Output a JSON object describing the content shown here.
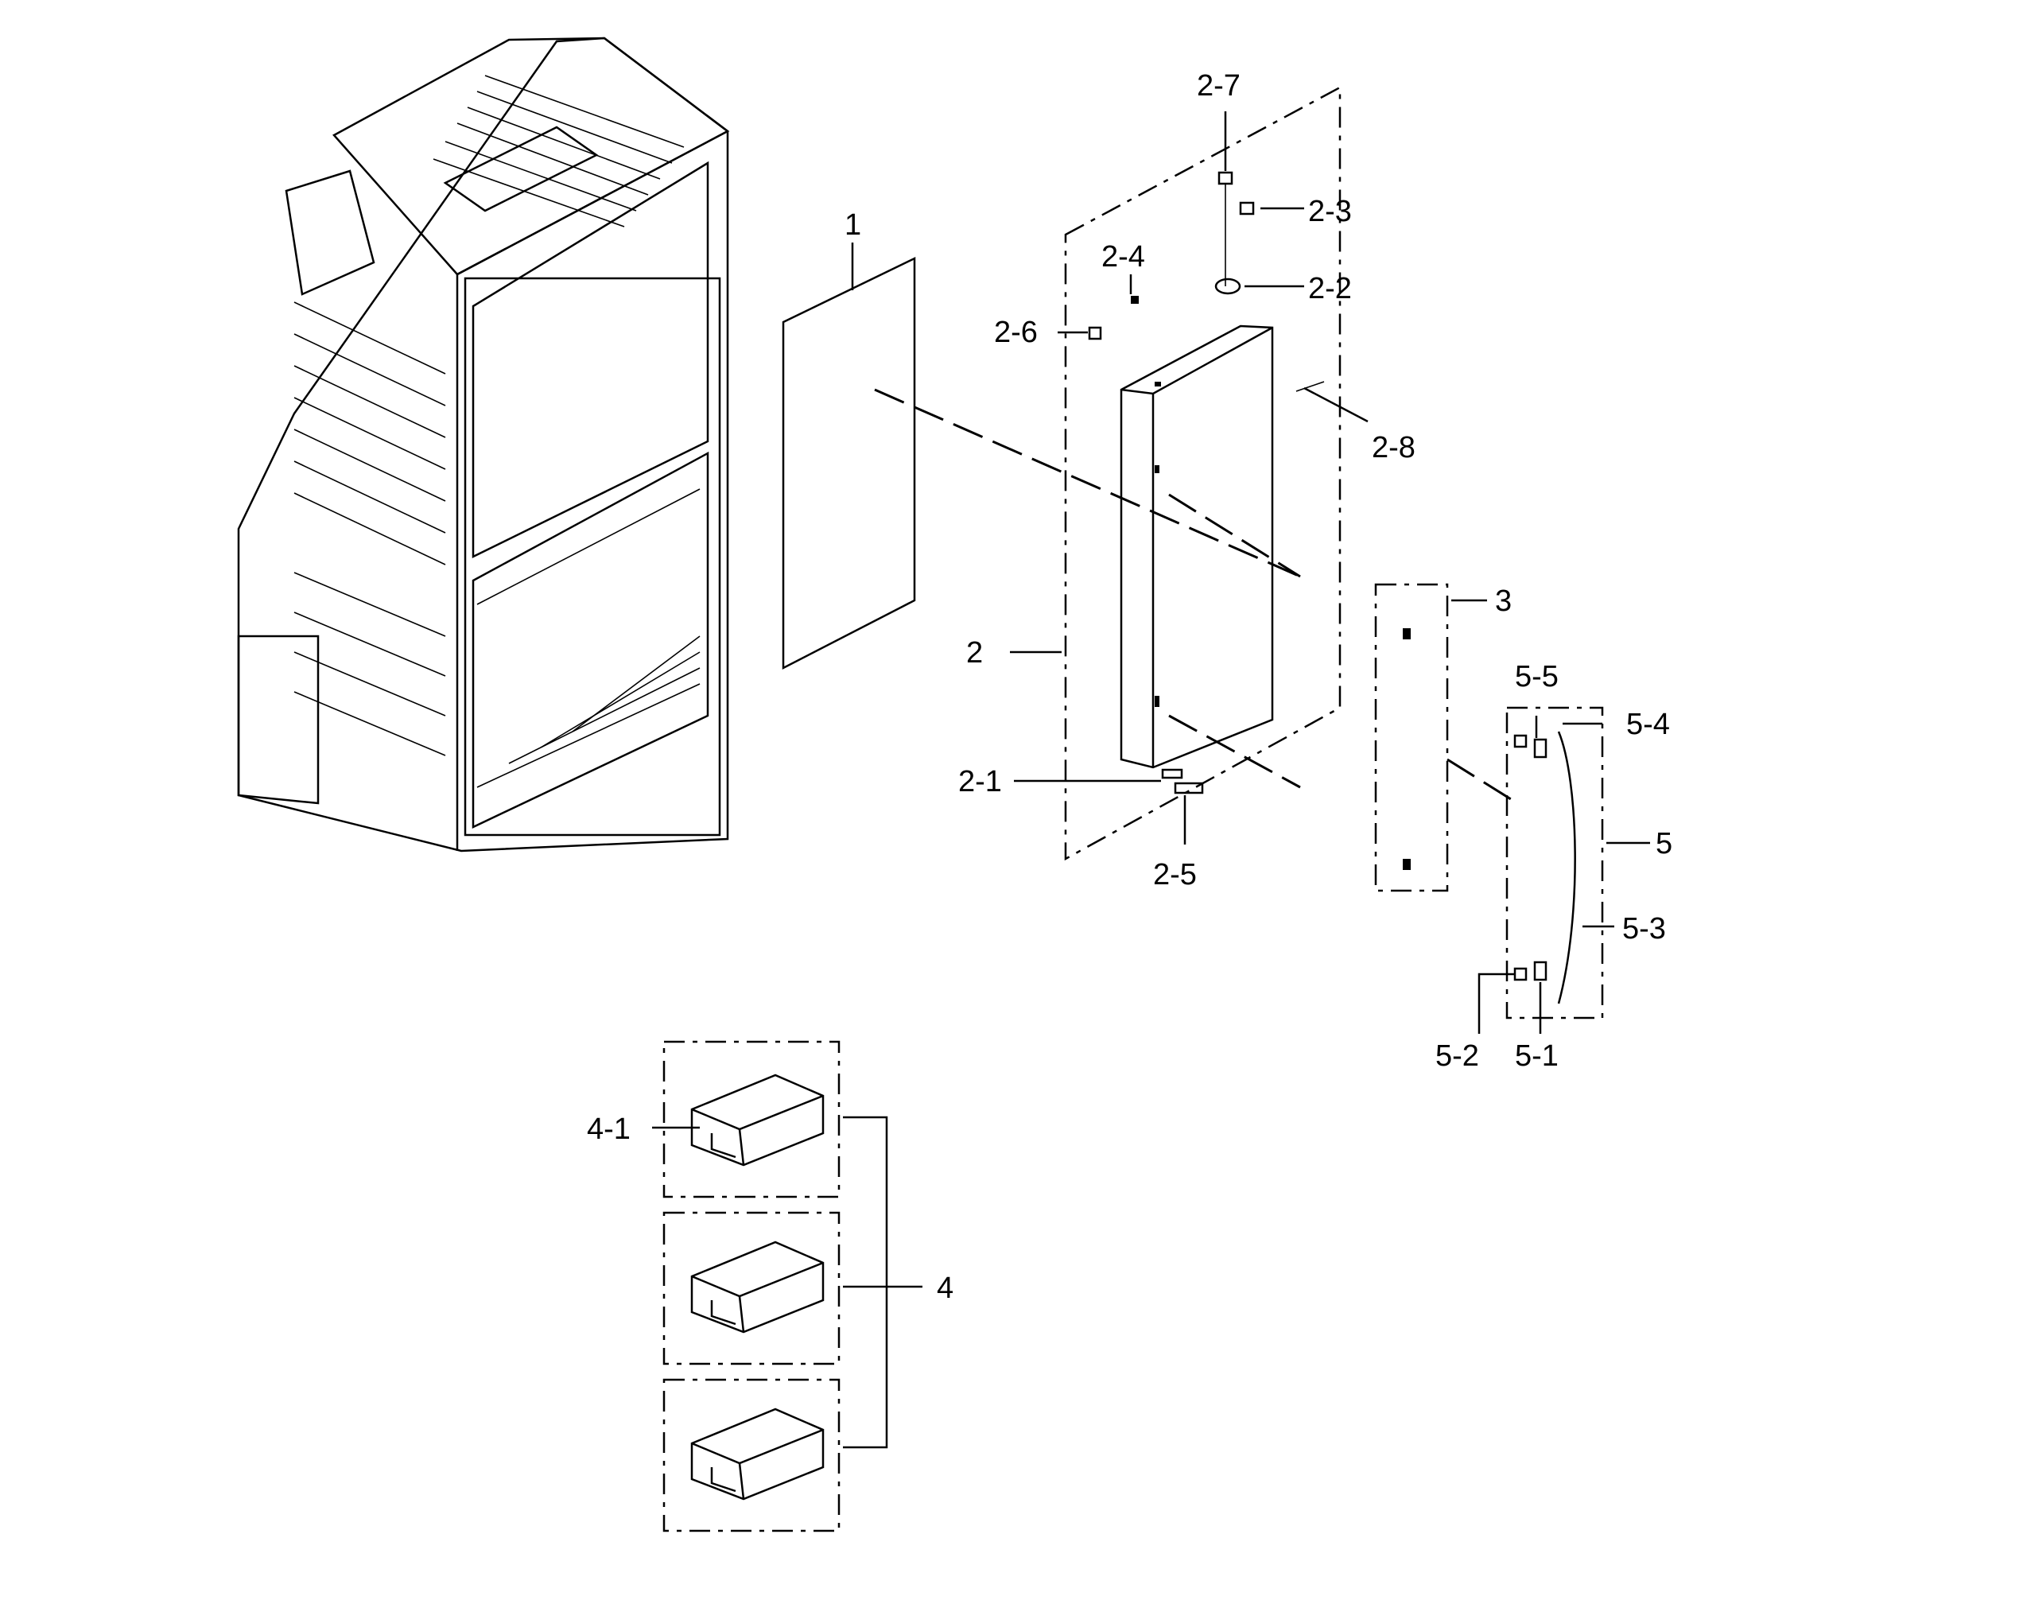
{
  "callouts": {
    "c1": "1",
    "c2": "2",
    "c2_1": "2-1",
    "c2_2": "2-2",
    "c2_3": "2-3",
    "c2_4": "2-4",
    "c2_5": "2-5",
    "c2_6": "2-6",
    "c2_7": "2-7",
    "c2_8": "2-8",
    "c3": "3",
    "c4": "4",
    "c4_1": "4-1",
    "c5": "5",
    "c5_1": "5-1",
    "c5_2": "5-2",
    "c5_3": "5-3",
    "c5_4": "5-4",
    "c5_5": "5-5"
  }
}
